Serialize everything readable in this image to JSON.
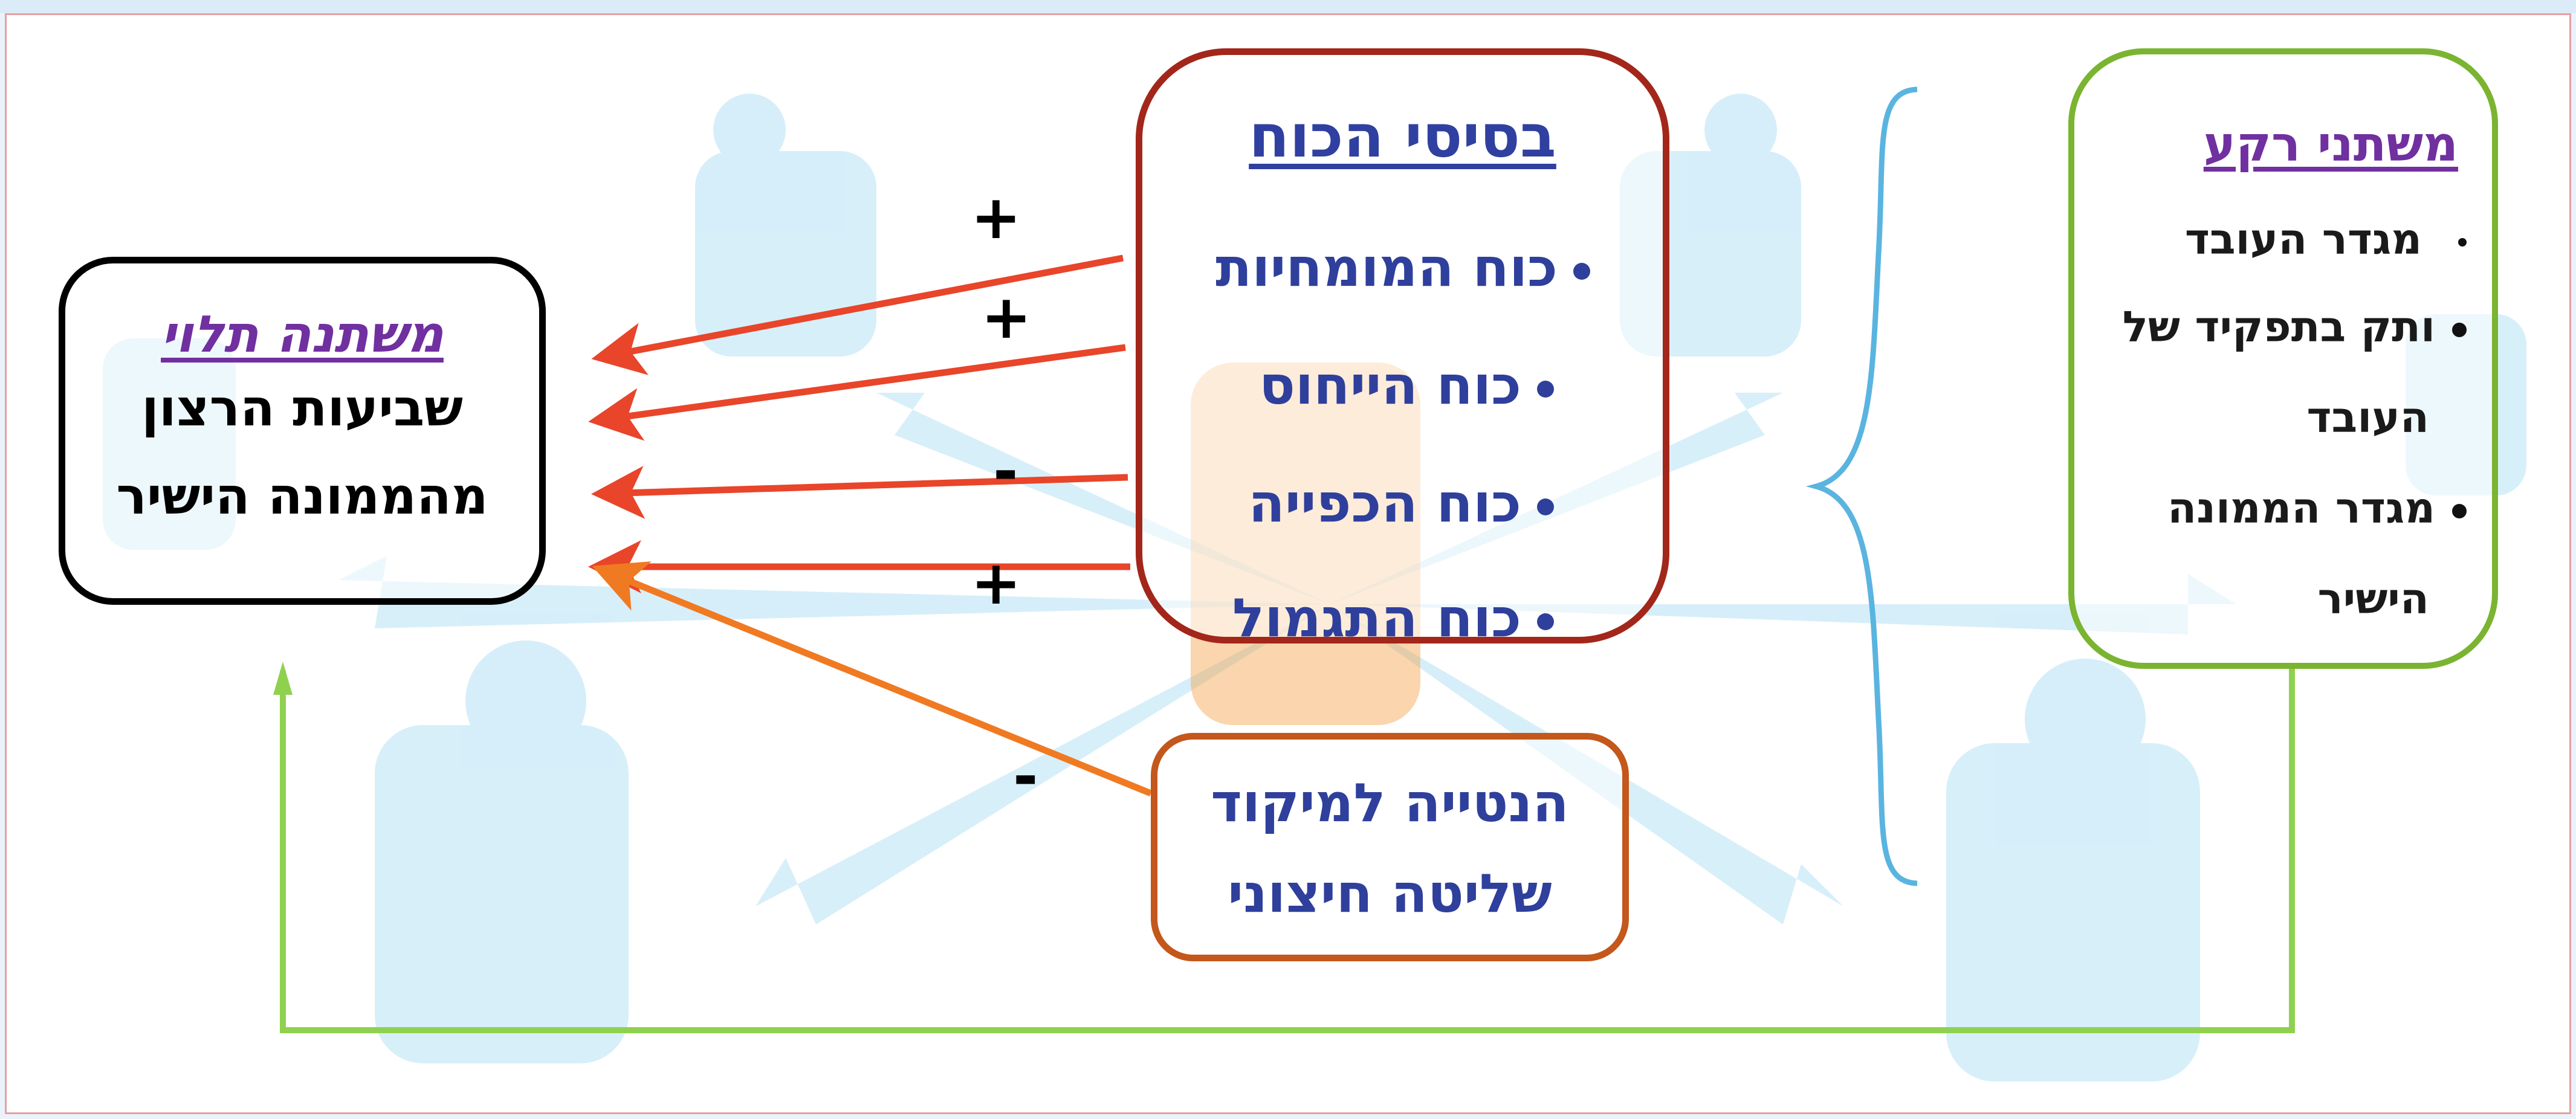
{
  "dependent_box": {
    "title": "משתנה תלוי",
    "line1": "שביעות הרצון",
    "line2": "מהממונה הישיר"
  },
  "power_box": {
    "title": "בסיסי הכוח",
    "items": [
      "כוח המומחיות",
      "כוח הייחוס",
      "כוח הכפייה",
      "כוח התגמול"
    ]
  },
  "locus_box": {
    "line1": "הנטייה למיקוד",
    "line2": "שליטה חיצוני"
  },
  "background_box": {
    "title": "משתני רקע",
    "item1": "מגדר העובד",
    "item2_line1": "ותק בתפקיד של",
    "item2_line2": "העובד",
    "item3_line1": "מגדר  הממונה",
    "item3_line2": "הישיר"
  },
  "signs": [
    "+",
    "+",
    "-",
    "+",
    "-"
  ],
  "colors": {
    "power_border": "#a3261a",
    "locus_border": "#c4571b",
    "background_border": "#7ab431",
    "dependent_border": "#000000",
    "arrow_red": "#e8452a",
    "arrow_orange": "#f07a22",
    "brace": "#5ab4e0",
    "feedback_line": "#8fd14f"
  }
}
